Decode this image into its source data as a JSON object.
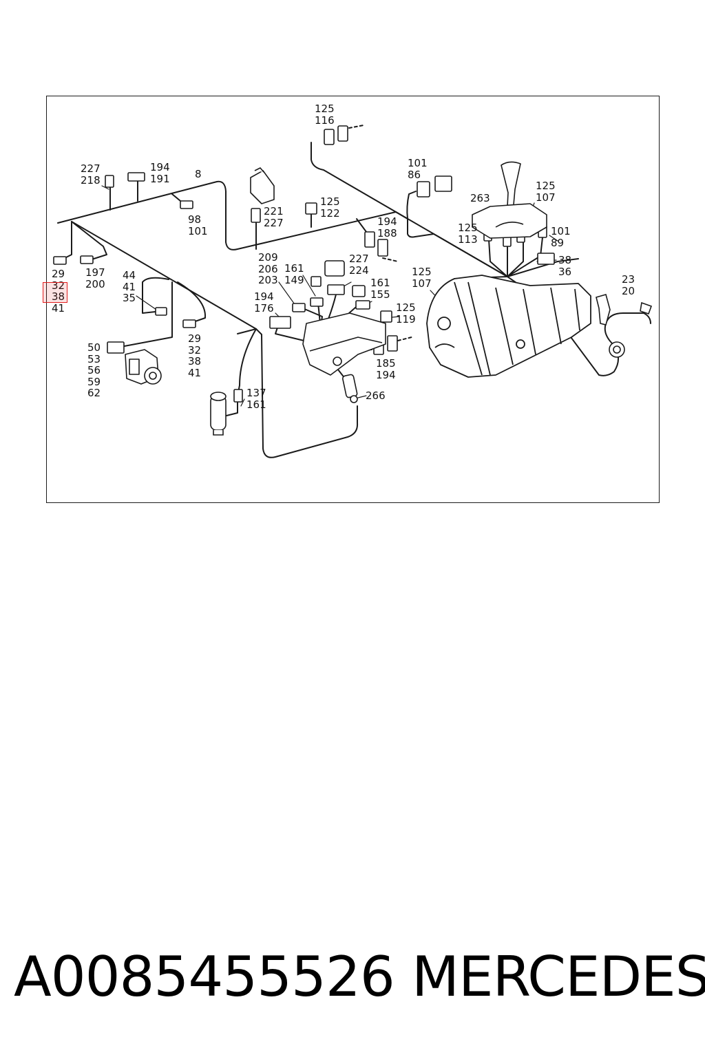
{
  "callouts": [
    {
      "id": "c1",
      "text": "125\n116"
    },
    {
      "id": "c2",
      "text": "227\n218"
    },
    {
      "id": "c3",
      "text": "194\n191"
    },
    {
      "id": "c4",
      "text": "8"
    },
    {
      "id": "c5",
      "text": "98\n101"
    },
    {
      "id": "c6",
      "text": "221\n227"
    },
    {
      "id": "c7",
      "text": "125\n122"
    },
    {
      "id": "c8",
      "text": "194\n188"
    },
    {
      "id": "c9",
      "text": "101\n86"
    },
    {
      "id": "c10",
      "text": "263"
    },
    {
      "id": "c11",
      "text": "125\n107"
    },
    {
      "id": "c12",
      "text": "125\n113"
    },
    {
      "id": "c13",
      "text": "101\n89"
    },
    {
      "id": "c14",
      "text": "38\n36"
    },
    {
      "id": "c15",
      "text": "29\n32\n38\n41"
    },
    {
      "id": "c16",
      "text": "197\n200"
    },
    {
      "id": "c17",
      "text": "44\n41\n35"
    },
    {
      "id": "c18",
      "text": "209\n206\n203"
    },
    {
      "id": "c19",
      "text": "161\n149"
    },
    {
      "id": "c20",
      "text": "227\n224"
    },
    {
      "id": "c21",
      "text": "161\n155"
    },
    {
      "id": "c22",
      "text": "125\n107"
    },
    {
      "id": "c23",
      "text": "194\n176"
    },
    {
      "id": "c24",
      "text": "125\n119"
    },
    {
      "id": "c25",
      "text": "23\n20"
    },
    {
      "id": "c26",
      "text": "29\n32\n38\n41"
    },
    {
      "id": "c27",
      "text": "50\n53\n56\n59\n62"
    },
    {
      "id": "c28",
      "text": "185\n194"
    },
    {
      "id": "c29",
      "text": "266"
    },
    {
      "id": "c30",
      "text": "137\n161"
    }
  ],
  "highlight_note": "38",
  "footer": {
    "part_number": "A0085455526",
    "brand": "MERCEDES"
  },
  "colors": {
    "line": "#1a1a1a",
    "highlight": "#e21b1b"
  }
}
